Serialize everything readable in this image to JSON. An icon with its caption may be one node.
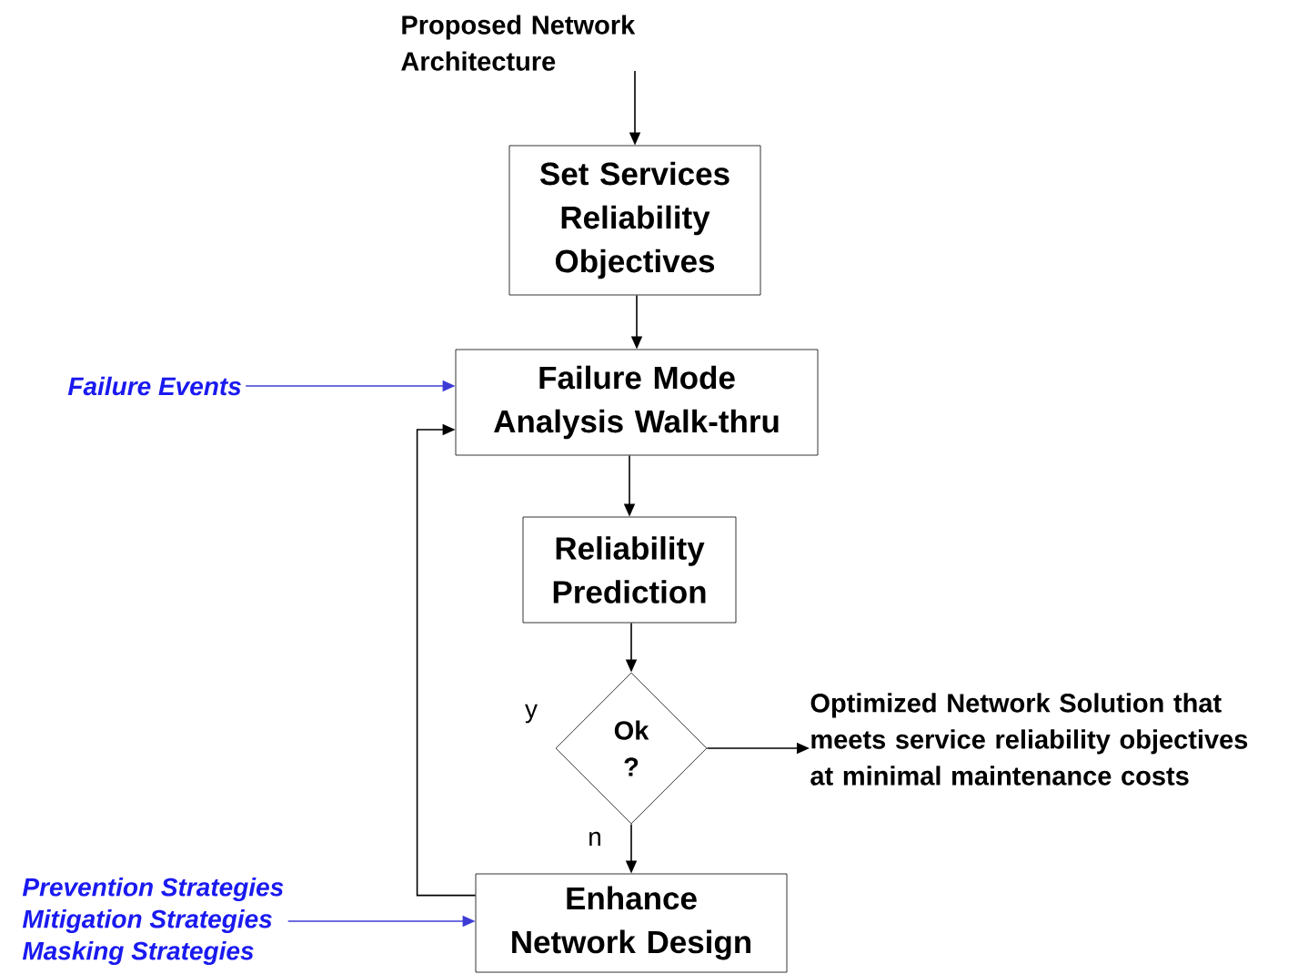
{
  "diagram": {
    "nodes": [
      {
        "text": [
          "Proposed Network Architecture"
        ]
      },
      {
        "text": [
          "Set Services Reliability Objectives"
        ]
      },
      {
        "text": [
          "Failure Events"
        ]
      },
      {
        "text": [
          "Failure Mode Analysis Walk-thru"
        ]
      },
      {
        "text": [
          "Reliability Prediction"
        ]
      },
      {
        "text": [
          "Ok ?"
        ]
      },
      {
        "text": [
          "Optimized Network Solution that meets service reliability objectives at minimal maintenance costs"
        ]
      },
      {
        "text": [
          "Prevention Strategies",
          "Mitigation Strategies",
          "Masking Strategies"
        ]
      },
      {
        "text": [
          "Enhance Network Design"
        ]
      }
    ],
    "edges": [
      {
        "from": 0,
        "to": 1,
        "arrow": "to"
      },
      {
        "from": 1,
        "to": 3,
        "arrow": "to"
      },
      {
        "from": 2,
        "to": 3,
        "arrow": "to",
        "color": "#3d3dd6"
      },
      {
        "from": 3,
        "to": 4,
        "arrow": "to"
      },
      {
        "from": 4,
        "to": 5,
        "arrow": "to"
      },
      {
        "from": 5,
        "to": 6,
        "arrow": "to"
      },
      {
        "from": 5,
        "to": 8,
        "arrow": "to",
        "label": "n"
      },
      {
        "from": 7,
        "to": 8,
        "arrow": "to",
        "color": "#3d3dd6"
      },
      {
        "from": 8,
        "to": 3,
        "arrow": "to"
      }
    ],
    "labels": [
      "y"
    ]
  }
}
